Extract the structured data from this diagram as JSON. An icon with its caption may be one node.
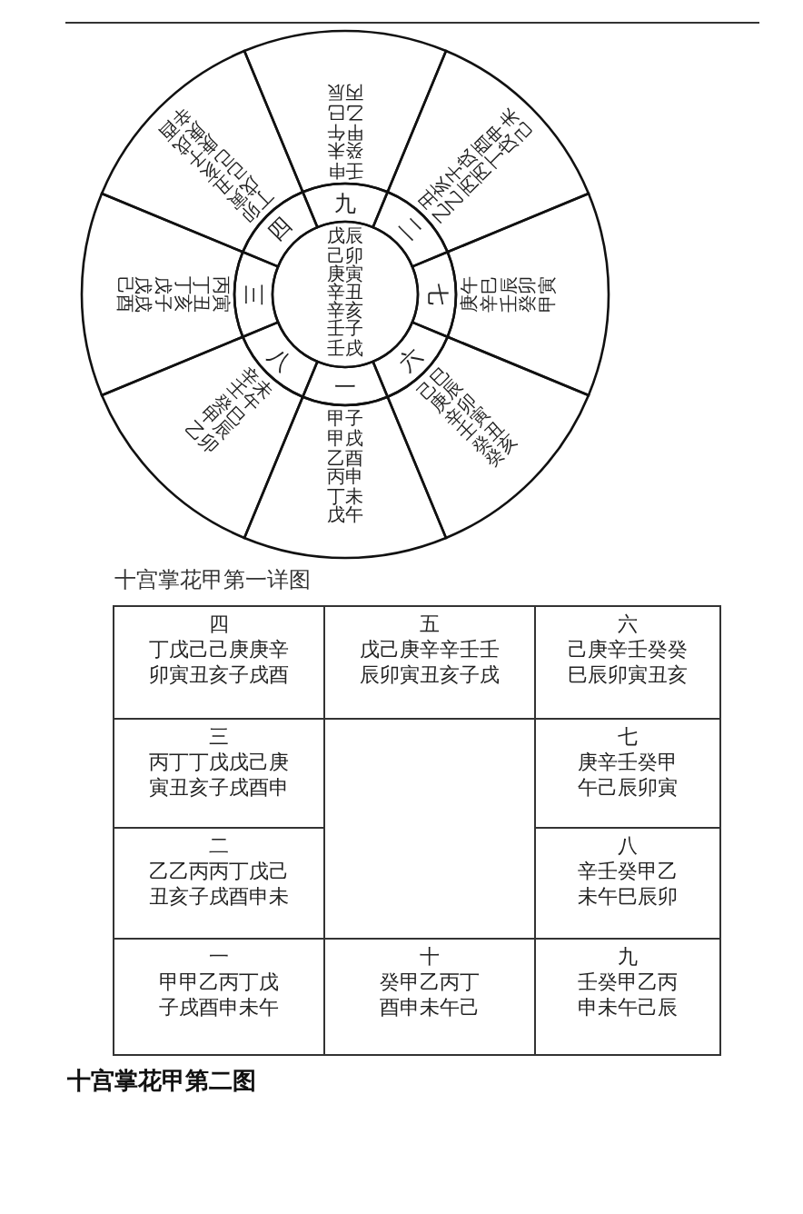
{
  "diagram": {
    "caption": "十宫掌花甲第二图",
    "nodes": [
      {
        "text": [
          "戊辰",
          "己卯",
          "庚寅",
          "辛丑",
          "辛亥",
          "壬子",
          "壬戌"
        ]
      },
      {
        "text": [
          "九"
        ]
      },
      {
        "text": [
          "二"
        ]
      },
      {
        "text": [
          "七"
        ]
      },
      {
        "text": [
          "六"
        ]
      },
      {
        "text": [
          "一"
        ]
      },
      {
        "text": [
          "八"
        ]
      },
      {
        "text": [
          "三"
        ]
      },
      {
        "text": [
          "四"
        ]
      },
      {
        "text": [
          "壬申",
          "癸未",
          "甲午",
          "乙巳",
          "丙辰"
        ]
      },
      {
        "text": [
          "乙丑",
          "乙亥",
          "丙子",
          "丙戌",
          "丁酉",
          "戊申",
          "己未"
        ]
      },
      {
        "text": [
          "庚午",
          "辛巳",
          "壬辰",
          "癸卯",
          "甲寅"
        ]
      },
      {
        "text": [
          "己巳",
          "庚辰",
          "辛卯",
          "壬寅",
          "癸丑",
          "癸亥"
        ]
      },
      {
        "text": [
          "甲子",
          "甲戌",
          "乙酉",
          "丙申",
          "丁未",
          "戊午"
        ]
      },
      {
        "text": [
          "辛未",
          "壬午",
          "癸巳",
          "甲辰",
          "乙卯"
        ]
      },
      {
        "text": [
          "丙寅",
          "丁丑",
          "丁亥",
          "戊子",
          "戊戌",
          "己酉"
        ]
      },
      {
        "text": [
          "丁卯",
          "戊寅",
          "己丑",
          "己亥",
          "庚子",
          "庚戌",
          "辛酉"
        ]
      },
      {
        "text": [
          "四",
          "丁戊己己庚庚辛",
          "卯寅丑亥子戌酉"
        ]
      },
      {
        "text": [
          "五",
          "戊己庚辛辛壬壬",
          "辰卯寅丑亥子戌"
        ]
      },
      {
        "text": [
          "六",
          "己庚辛壬癸癸",
          "巳辰卯寅丑亥"
        ]
      },
      {
        "text": [
          "三",
          "丙丁丁戊戊己庚",
          "寅丑亥子戌酉申"
        ]
      },
      {
        "text": [
          "七",
          "庚辛壬癸甲",
          "午己辰卯寅"
        ]
      },
      {
        "text": [
          "二",
          "乙乙丙丙丁戊己",
          "丑亥子戌酉申未"
        ]
      },
      {
        "text": [
          "八",
          "辛壬癸甲乙",
          "未午巳辰卯"
        ]
      },
      {
        "text": [
          "一",
          "甲甲乙丙丁戊",
          "子戌酉申未午"
        ]
      },
      {
        "text": [
          "十",
          "癸甲乙丙丁",
          "酉申未午己"
        ]
      },
      {
        "text": [
          "九",
          "壬癸甲乙丙",
          "申未午己辰"
        ]
      }
    ],
    "labels": [
      "十宫掌花甲第一详图"
    ]
  }
}
